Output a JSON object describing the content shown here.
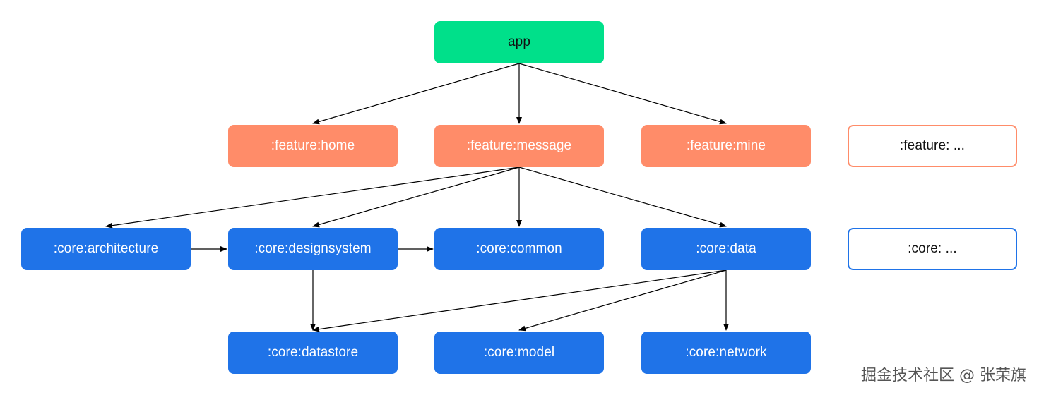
{
  "diagram": {
    "nodes": {
      "app": "app",
      "feature_home": ":feature:home",
      "feature_message": ":feature:message",
      "feature_mine": ":feature:mine",
      "feature_more": ":feature: ...",
      "core_architecture": ":core:architecture",
      "core_designsystem": ":core:designsystem",
      "core_common": ":core:common",
      "core_data": ":core:data",
      "core_more": ":core: ...",
      "core_datastore": ":core:datastore",
      "core_model": ":core:model",
      "core_network": ":core:network"
    },
    "edges": [
      [
        "app",
        "feature_home"
      ],
      [
        "app",
        "feature_message"
      ],
      [
        "app",
        "feature_mine"
      ],
      [
        "feature_message",
        "core_architecture"
      ],
      [
        "feature_message",
        "core_designsystem"
      ],
      [
        "feature_message",
        "core_common"
      ],
      [
        "feature_message",
        "core_data"
      ],
      [
        "core_architecture",
        "core_designsystem"
      ],
      [
        "core_designsystem",
        "core_common"
      ],
      [
        "core_designsystem",
        "core_datastore"
      ],
      [
        "core_data",
        "core_datastore"
      ],
      [
        "core_data",
        "core_model"
      ],
      [
        "core_data",
        "core_network"
      ]
    ],
    "colors": {
      "app": "#00e08a",
      "feature": "#ff8c69",
      "core": "#1f73e8",
      "edge": "#000000"
    }
  },
  "watermark": "掘金技术社区 @ 张荣旗"
}
